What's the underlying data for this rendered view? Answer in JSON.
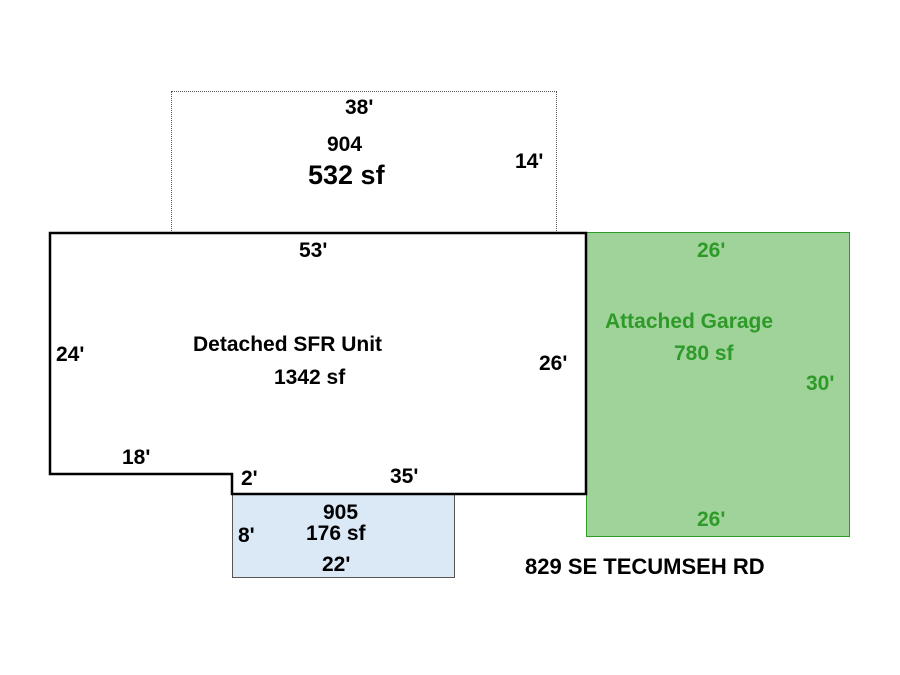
{
  "upper_section": {
    "width": "38'",
    "depth": "14'",
    "code": "904",
    "area": "532 sf"
  },
  "main_unit": {
    "name": "Detached SFR Unit",
    "area": "1342 sf",
    "top": "53'",
    "left": "24'",
    "right": "26'",
    "bottom_left": "18'",
    "step": "2'",
    "bottom_right": "35'"
  },
  "garage": {
    "name": "Attached Garage",
    "area": "780 sf",
    "top": "26'",
    "side": "30'",
    "bottom": "26'"
  },
  "addition": {
    "code": "905",
    "area": "176 sf",
    "side": "8'",
    "bottom": "22'"
  },
  "address": "829 SE TECUMSEH RD"
}
